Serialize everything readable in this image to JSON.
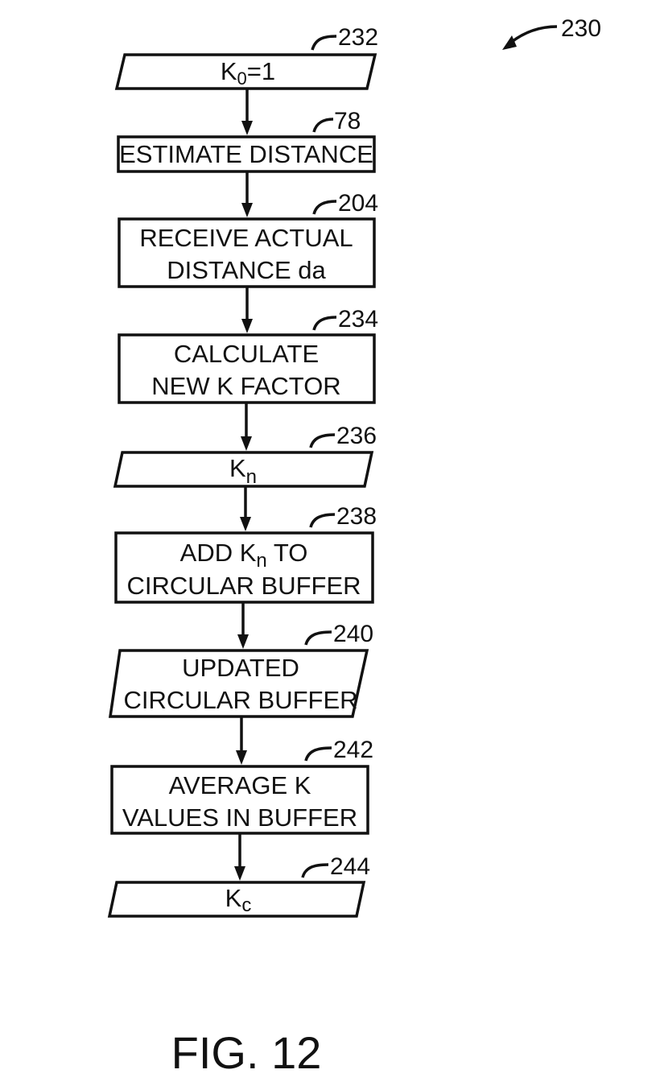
{
  "figure": {
    "number_ref": "230",
    "caption": "FIG. 12"
  },
  "steps": [
    {
      "id": "232",
      "shape": "parallelogram",
      "main": "K",
      "sub": "0",
      "suffix": "=1"
    },
    {
      "id": "78",
      "shape": "rect",
      "lines": [
        "ESTIMATE DISTANCE"
      ]
    },
    {
      "id": "204",
      "shape": "rect",
      "lines": [
        "RECEIVE ACTUAL",
        "DISTANCE da"
      ]
    },
    {
      "id": "234",
      "shape": "rect",
      "lines": [
        "CALCULATE",
        "NEW  K FACTOR"
      ]
    },
    {
      "id": "236",
      "shape": "parallelogram",
      "main": "K",
      "sub": "n",
      "suffix": ""
    },
    {
      "id": "238",
      "shape": "rect",
      "line1_pre": "ADD  K",
      "line1_sub": "n",
      "line1_post": " TO",
      "lines": [
        "CIRCULAR  BUFFER"
      ]
    },
    {
      "id": "240",
      "shape": "parallelogram",
      "lines": [
        "UPDATED",
        "CIRCULAR  BUFFER"
      ]
    },
    {
      "id": "242",
      "shape": "rect",
      "lines": [
        "AVERAGE  K",
        "VALUES  IN  BUFFER"
      ]
    },
    {
      "id": "244",
      "shape": "parallelogram",
      "main": "K",
      "sub": "c",
      "suffix": ""
    }
  ]
}
